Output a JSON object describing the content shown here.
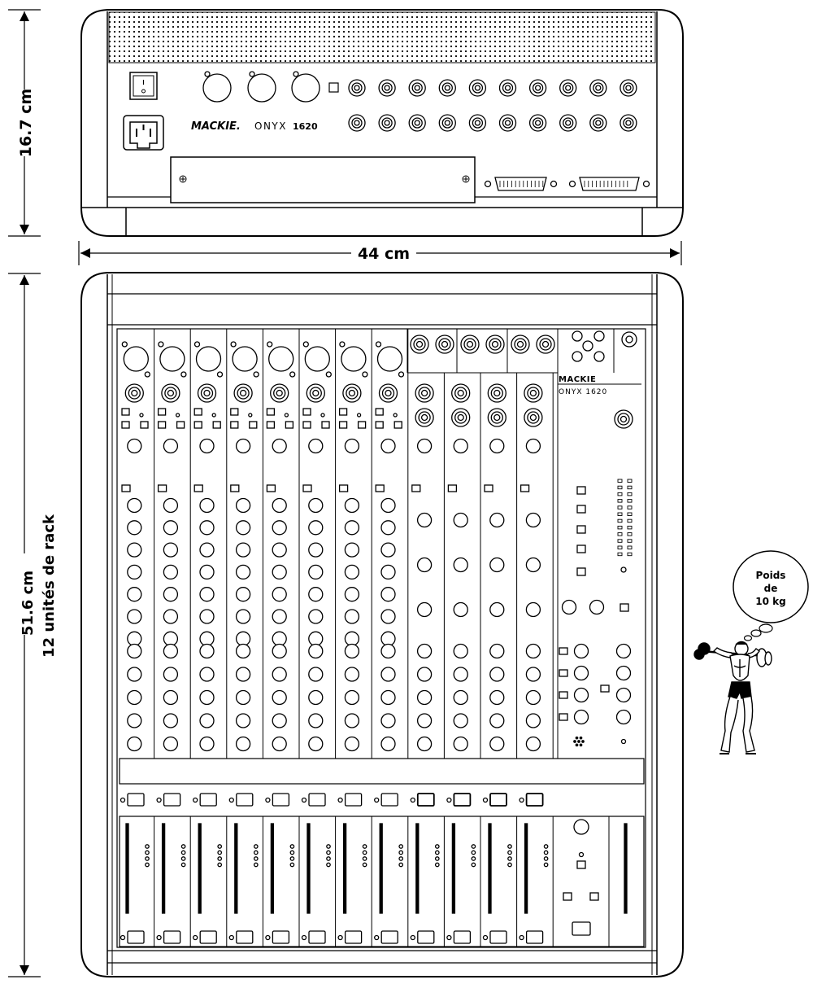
{
  "dimensions": {
    "height_rear": "16.7 cm",
    "width": "44 cm",
    "depth": "51.6 cm",
    "rack_units": "12 unités de rack"
  },
  "branding": {
    "rear_logo": "MACKIE.",
    "rear_model": "ONYX",
    "rear_model_number": "1620",
    "top_logo": "MACKIE",
    "top_model": "ONYX 1620"
  },
  "weight_bubble": {
    "line1": "Poids",
    "line2": "de",
    "line3": "10 kg"
  },
  "layout_counts": {
    "mono_channels": 8,
    "stereo_channels": 4,
    "rear_jack_columns": 10,
    "rear_xlr_count": 3,
    "db25_connectors": 2,
    "meter_segments": 12
  }
}
